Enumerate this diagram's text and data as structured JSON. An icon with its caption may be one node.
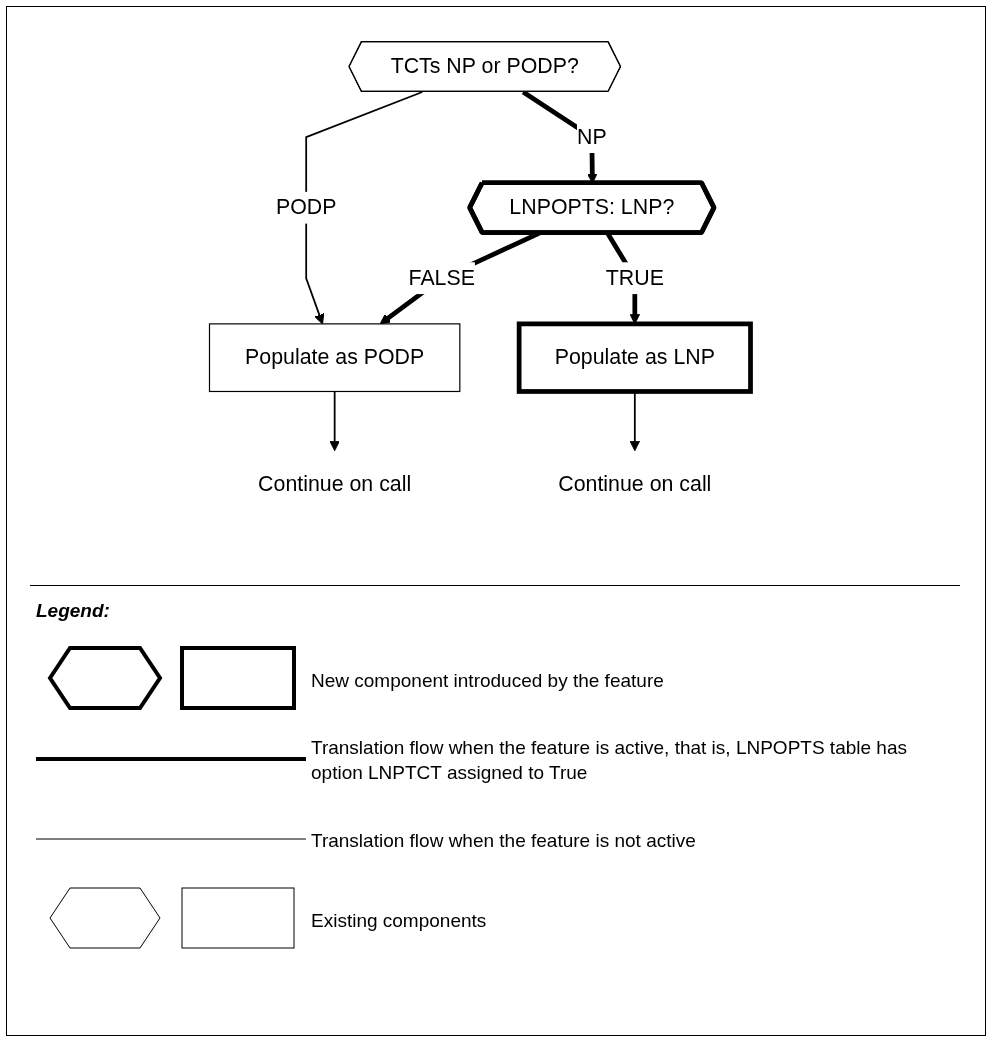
{
  "diagram": {
    "nodes": [
      {
        "text": [
          "TCTs NP or PODP?"
        ]
      },
      {
        "text": [
          "LNPOPTS: LNP?"
        ]
      },
      {
        "text": [
          "Populate as PODP"
        ]
      },
      {
        "text": [
          "Populate as LNP"
        ]
      },
      {
        "text": [
          "Continue on call"
        ]
      },
      {
        "text": [
          "Continue on call"
        ]
      }
    ],
    "edges": [
      {
        "from": 0,
        "to": 2,
        "arrow": "to",
        "label": "PODP"
      },
      {
        "from": 0,
        "to": 1,
        "arrow": "to",
        "label": "NP",
        "style": "thick"
      },
      {
        "from": 1,
        "to": 2,
        "arrow": "to",
        "label": "FALSE",
        "style": "thick"
      },
      {
        "from": 1,
        "to": 3,
        "arrow": "to",
        "label": "TRUE",
        "style": "thick"
      },
      {
        "from": 2,
        "to": 4,
        "arrow": "to"
      },
      {
        "from": 3,
        "to": 5,
        "arrow": "to"
      }
    ],
    "labels": [
      "Legend:"
    ],
    "legend": [
      {
        "text": "New component introduced by the feature"
      },
      {
        "text": "Translation flow when the feature is active, that is, LNPOPTS table has option LNPTCT assigned to True"
      },
      {
        "text": "Translation flow when the feature is not active"
      },
      {
        "text": "Existing components"
      }
    ]
  }
}
